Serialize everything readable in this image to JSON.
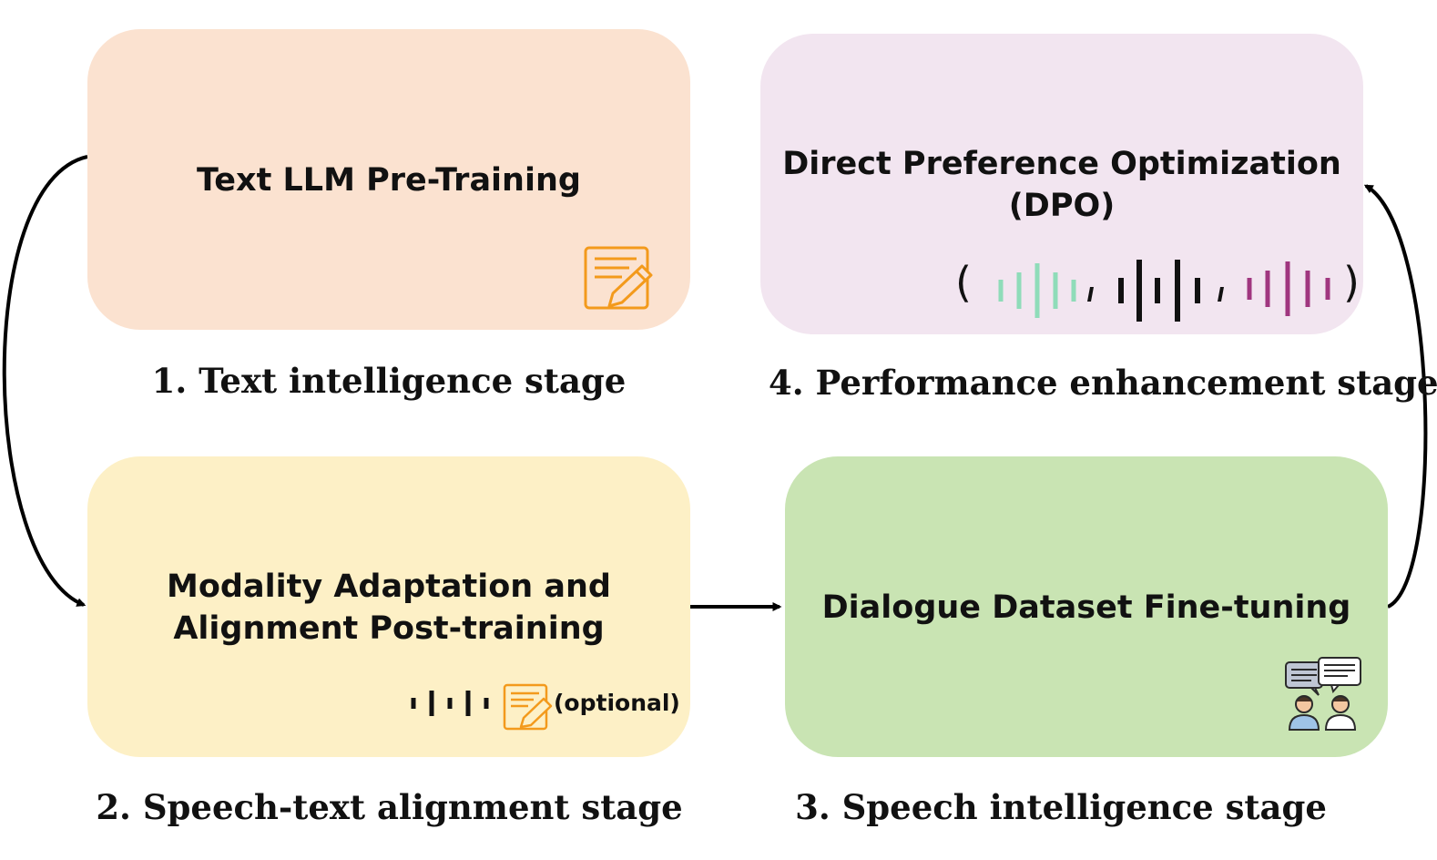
{
  "stages": [
    {
      "title_lines": [
        "Text LLM Pre-Training"
      ],
      "caption": "1. Text intelligence stage",
      "icon": "document-edit-icon"
    },
    {
      "title_lines": [
        "Modality Adaptation and",
        "Alignment Post-training"
      ],
      "caption": "2. Speech-text alignment stage",
      "note": "(optional)",
      "icons": [
        "audio-token-icon",
        "document-edit-icon"
      ]
    },
    {
      "title_lines": [
        "Dialogue Dataset Fine-tuning"
      ],
      "caption": "3. Speech intelligence stage",
      "icon": "dialogue-people-icon"
    },
    {
      "title_lines": [
        "Direct Preference Optimization",
        "(DPO)"
      ],
      "caption": "4. Performance enhancement stage",
      "icons": [
        "waveform-teal-icon",
        "waveform-black-icon",
        "waveform-purple-icon"
      ]
    }
  ],
  "colors": {
    "stage1_bg": "#fbe2d0",
    "stage2_bg": "#fdf0c6",
    "stage3_bg": "#c9e4b3",
    "stage4_bg": "#f2e5f0",
    "icon_orange": "#f39a1c",
    "wave_teal": "#8fdcb9",
    "wave_purple": "#a0367f"
  }
}
